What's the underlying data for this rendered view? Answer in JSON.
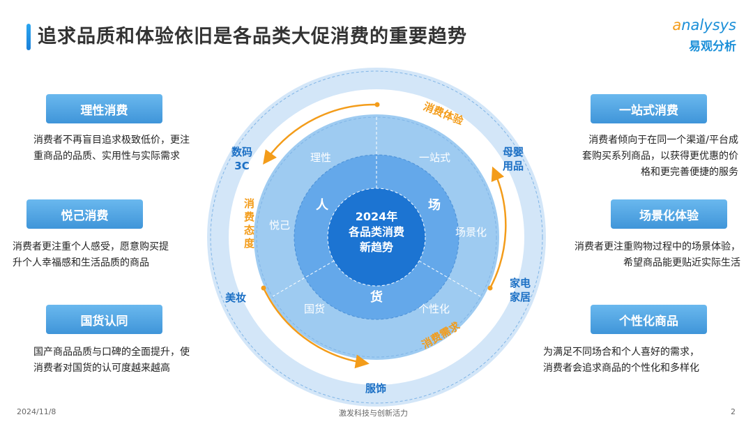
{
  "title": "追求品质和体验依旧是各品类大促消费的重要趋势",
  "logo": {
    "en_lead": "a",
    "en_rest": "nalysys",
    "cn": "易观分析"
  },
  "left": [
    {
      "label": "理性消费",
      "desc": [
        "消费者不再盲目追求极致低价，更注",
        "重商品的品质、实用性与实际需求"
      ]
    },
    {
      "label": "悦己消费",
      "desc": [
        "消费者更注重个人感受，愿意购买提",
        "升个人幸福感和生活品质的商品"
      ]
    },
    {
      "label": "国货认同",
      "desc": [
        "国产商品品质与口碑的全面提升，使",
        "消费者对国货的认可度越来越高"
      ]
    }
  ],
  "right": [
    {
      "label": "一站式消费",
      "desc": [
        "消费者倾向于在同一个渠道/平台成",
        "套购买系列商品，以获得更优惠的价",
        "格和更完善便捷的服务"
      ]
    },
    {
      "label": "场景化体验",
      "desc": [
        "消费者更注重购物过程中的场景体验，",
        "希望商品能更贴近实际生活"
      ]
    },
    {
      "label": "个性化商品",
      "desc": [
        "为满足不同场合和个人喜好的需求，",
        "消费者会追求商品的个性化和多样化"
      ]
    }
  ],
  "diagram": {
    "center": [
      "2024年",
      "各品类消费",
      "新趋势"
    ],
    "inner": {
      "ren": "人",
      "chang": "场",
      "huo": "货"
    },
    "middle": {
      "lixing": "理性",
      "yizhanshi": "一站式",
      "yueji": "悦己",
      "changjing": "场景化",
      "guohuo": "国货",
      "gexing": "个性化"
    },
    "arrows": {
      "tiyan": "消费体验",
      "taidu": [
        "消",
        "费",
        "态",
        "度"
      ],
      "xuqiu": "消费需求"
    },
    "categories": {
      "shuma": [
        "数码",
        "3C"
      ],
      "muying": [
        "母婴",
        "用品"
      ],
      "meizhuang": "美妆",
      "jiadian": [
        "家电",
        "家居"
      ],
      "fushi": "服饰"
    }
  },
  "footer": {
    "date": "2024/11/8",
    "center": "激发科技与创新活力",
    "page": "2"
  }
}
